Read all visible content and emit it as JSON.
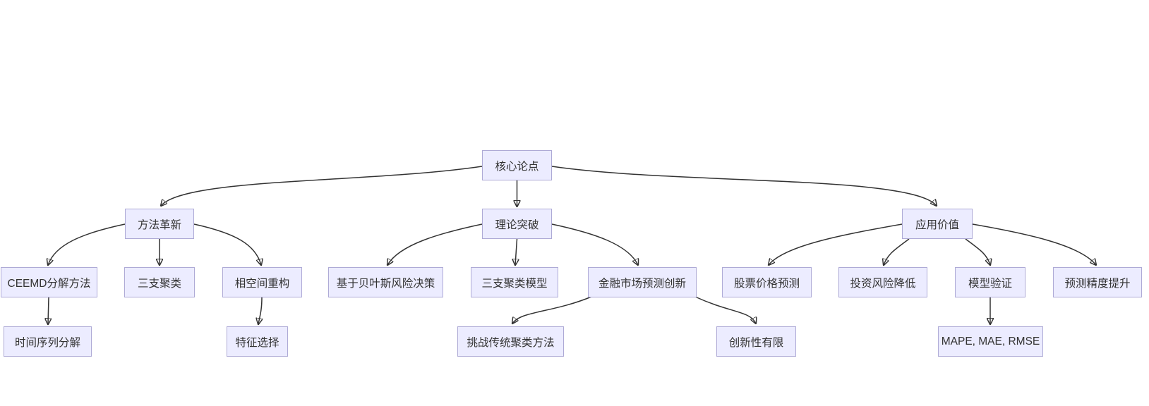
{
  "diagram": {
    "type": "flowchart-tree",
    "colors": {
      "background": "#FFFFFF",
      "node_fill": "#ECECFF",
      "node_border": "#AEAAD6",
      "edge": "#333333",
      "text": "#333333"
    },
    "nodes": {
      "core": {
        "label": "核心论点"
      },
      "method": {
        "label": "方法革新"
      },
      "theory": {
        "label": "理论突破"
      },
      "value": {
        "label": "应用价值"
      },
      "ceemd": {
        "label": "CEEMD分解方法"
      },
      "threeway": {
        "label": "三支聚类"
      },
      "phase": {
        "label": "相空间重构"
      },
      "bayes": {
        "label": "基于贝叶斯风险决策"
      },
      "threemodel": {
        "label": "三支聚类模型"
      },
      "finance": {
        "label": "金融市场预测创新"
      },
      "stock": {
        "label": "股票价格预测"
      },
      "risk": {
        "label": "投资风险降低"
      },
      "model": {
        "label": "模型验证"
      },
      "precision": {
        "label": "预测精度提升"
      },
      "timeseries": {
        "label": "时间序列分解"
      },
      "feature": {
        "label": "特征选择"
      },
      "challenge": {
        "label": "挑战传统聚类方法"
      },
      "limited": {
        "label": "创新性有限"
      },
      "metrics": {
        "label": "MAPE, MAE, RMSE"
      }
    },
    "edges": [
      {
        "from": "core",
        "to": "method"
      },
      {
        "from": "core",
        "to": "theory"
      },
      {
        "from": "core",
        "to": "value"
      },
      {
        "from": "method",
        "to": "ceemd"
      },
      {
        "from": "method",
        "to": "threeway"
      },
      {
        "from": "method",
        "to": "phase"
      },
      {
        "from": "theory",
        "to": "bayes"
      },
      {
        "from": "theory",
        "to": "threemodel"
      },
      {
        "from": "theory",
        "to": "finance"
      },
      {
        "from": "value",
        "to": "stock"
      },
      {
        "from": "value",
        "to": "risk"
      },
      {
        "from": "value",
        "to": "model"
      },
      {
        "from": "value",
        "to": "precision"
      },
      {
        "from": "ceemd",
        "to": "timeseries"
      },
      {
        "from": "phase",
        "to": "feature"
      },
      {
        "from": "finance",
        "to": "challenge"
      },
      {
        "from": "finance",
        "to": "limited"
      },
      {
        "from": "model",
        "to": "metrics"
      }
    ]
  }
}
